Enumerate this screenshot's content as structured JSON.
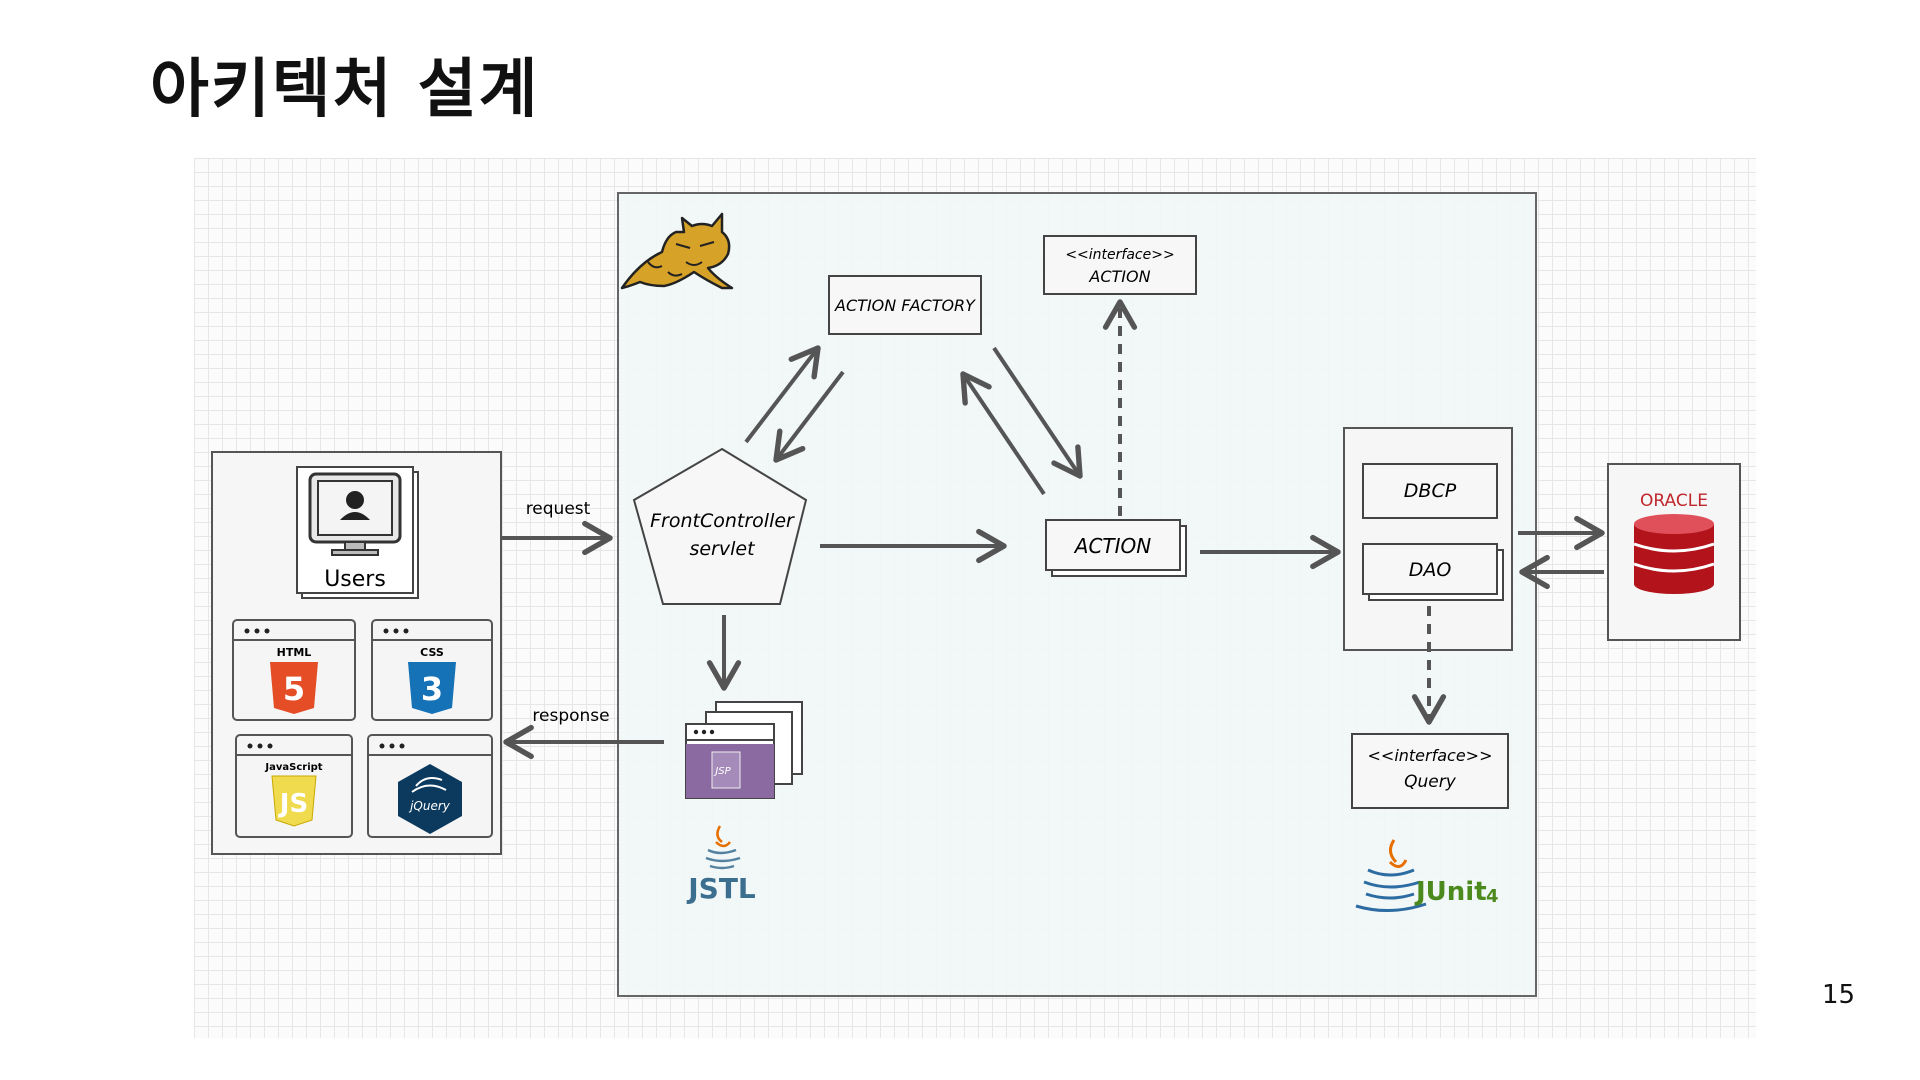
{
  "slide": {
    "title": "아키텍처 설계",
    "page_number": "15"
  },
  "client": {
    "users_label": "Users",
    "tiles": [
      {
        "label": "HTML",
        "badge": "5",
        "color": "#e44d26"
      },
      {
        "label": "CSS",
        "badge": "3",
        "color": "#1572b6"
      },
      {
        "label": "JavaScript",
        "badge": "JS",
        "color": "#f0db4f"
      },
      {
        "label": "jQuery",
        "color": "#0c3a5e"
      }
    ]
  },
  "flows": {
    "request_label": "request",
    "response_label": "response"
  },
  "server": {
    "front_controller": {
      "line1": "FrontController",
      "line2": "servlet"
    },
    "action_factory": "ACTION FACTORY",
    "interface_action": {
      "stereotype": "<<interface>>",
      "name": "ACTION"
    },
    "action": "ACTION",
    "jsp_label": "JSP",
    "jstl_label": "JSTL",
    "dbcp": "DBCP",
    "dao": "DAO",
    "interface_query": {
      "stereotype": "<<interface>>",
      "name": "Query"
    },
    "junit": {
      "label": "JUnit",
      "version": "4"
    }
  },
  "database": {
    "vendor": "ORACLE",
    "color": "#c0272d"
  }
}
